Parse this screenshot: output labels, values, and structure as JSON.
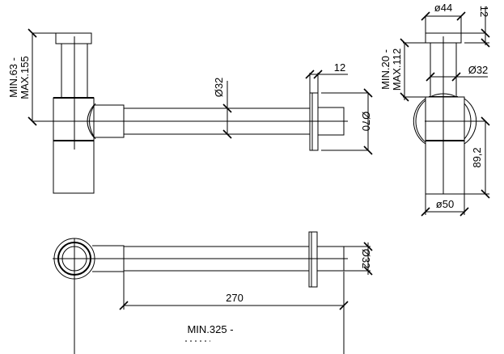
{
  "side_view": {
    "height_dim_line1": "MIN.63 -",
    "height_dim_line2": "MAX.155",
    "pipe_diameter": "Ø32",
    "flange_thickness": "12",
    "flange_diameter": "Ø70"
  },
  "end_view": {
    "cap_diameter": "ø44",
    "cap_height": "12",
    "height_dim_line1": "MIN.20 -",
    "height_dim_line2": "MAX.112",
    "pipe_diameter": "Ø32",
    "body_height": "89,2",
    "body_diameter": "ø50"
  },
  "top_view": {
    "pipe_diameter": "Ø32",
    "pipe_length": "270",
    "total_length_line1": "MIN.325 -"
  }
}
